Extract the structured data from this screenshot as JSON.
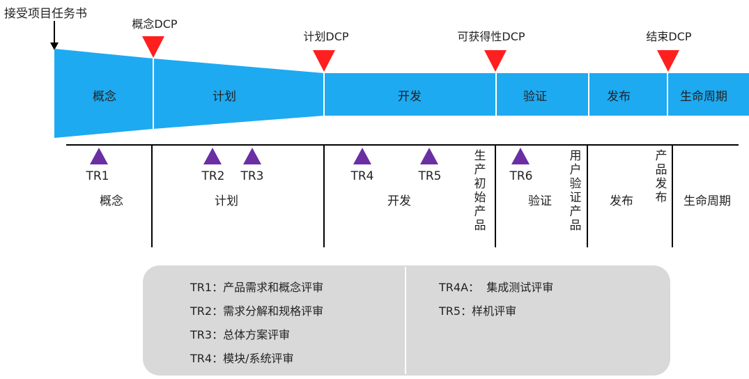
{
  "start_label": "接受项目任务书",
  "dcp_markers": [
    {
      "id": "concept",
      "label": "概念DCP"
    },
    {
      "id": "plan",
      "label": "计划DCP"
    },
    {
      "id": "availability",
      "label": "可获得性DCP"
    },
    {
      "id": "end",
      "label": "结束DCP"
    }
  ],
  "phases": [
    "概念",
    "计划",
    "开发",
    "验证",
    "发布",
    "生命周期"
  ],
  "lower_phases": [
    "概念",
    "计划",
    "开发",
    "验证",
    "发布",
    "生命周期"
  ],
  "tr_markers": [
    "TR1",
    "TR2",
    "TR3",
    "TR4",
    "TR5",
    "TR6"
  ],
  "vertical_labels": [
    {
      "id": "first-production",
      "text": "生产初始产品"
    },
    {
      "id": "user-validation",
      "text": "用户验证产品"
    },
    {
      "id": "product-release",
      "text": "产品发布"
    }
  ],
  "legend": {
    "left": [
      "TR1：产品需求和概念评审",
      "TR2：需求分解和规格评审",
      "TR3：总体方案评审",
      "TR4：模块/系统评审"
    ],
    "right": [
      "TR4A：  集成测试评审",
      "TR5：样机评审"
    ]
  },
  "colors": {
    "band": "#1eaaf1",
    "dcp_marker": "#ff1f1f",
    "tr_marker": "#6a2fa3",
    "legend_bg": "#d9d9d9",
    "divider": "#ffffff",
    "line": "#000000"
  }
}
